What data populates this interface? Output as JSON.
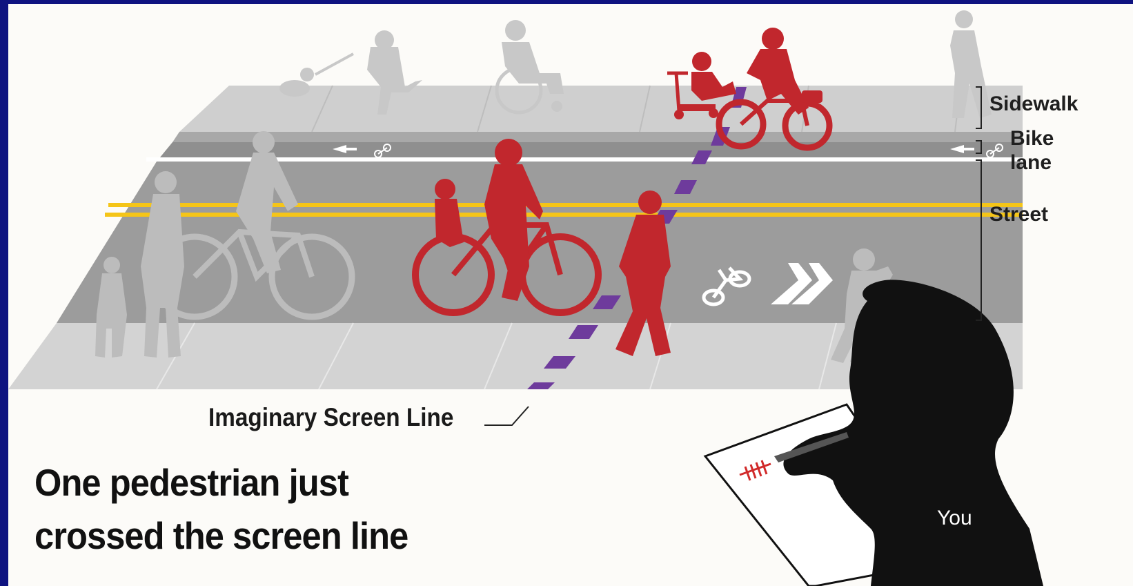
{
  "labels": {
    "sidewalk": "Sidewalk",
    "bike_lane": "Bike\nlane",
    "street": "Street",
    "screen_line": "Imaginary Screen Line",
    "you": "You"
  },
  "caption": {
    "line1": "One pedestrian just",
    "line2": "crossed the screen line"
  },
  "colors": {
    "frame": "#0e1380",
    "background": "#fcfbf8",
    "highlight_figures": "#c1272d",
    "faded_figures": "#b9b9b9",
    "screen_line": "#6e3b9c",
    "center_line": "#f5c518",
    "observer": "#111111"
  },
  "icons": [
    "bike-lane-arrow-icon",
    "bicycle-icon",
    "sharrow-chevron-icon",
    "tally-mark-icon"
  ]
}
